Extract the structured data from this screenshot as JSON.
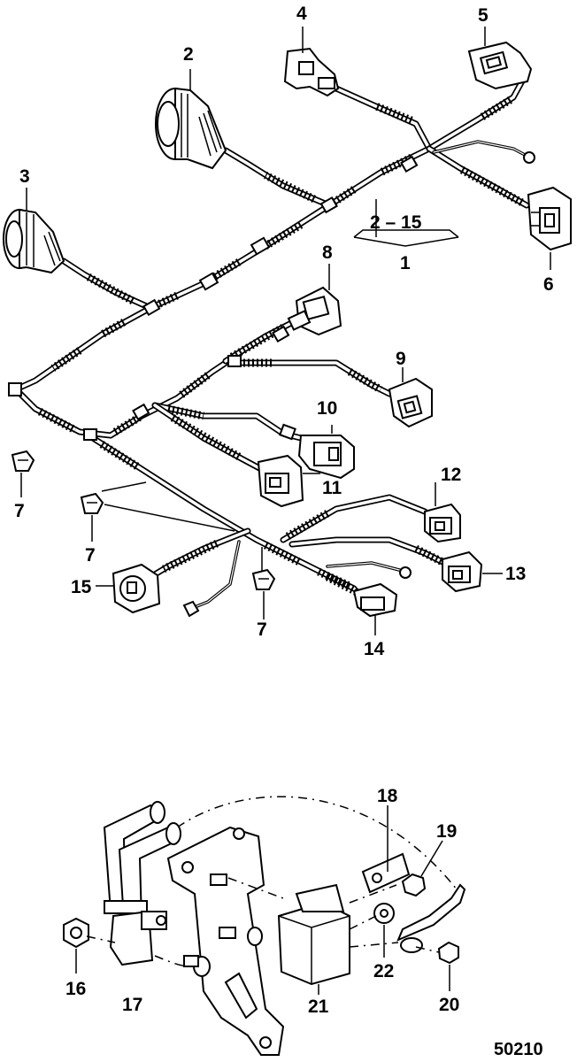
{
  "callouts": {
    "c1": "1",
    "c2": "2",
    "c3": "3",
    "c4": "4",
    "c5": "5",
    "c6": "6",
    "c7a": "7",
    "c7b": "7",
    "c7c": "7",
    "c8": "8",
    "c9": "9",
    "c10": "10",
    "c11": "11",
    "c12": "12",
    "c13": "13",
    "c14": "14",
    "c15": "15",
    "c16": "16",
    "c17": "17",
    "c18": "18",
    "c19": "19",
    "c20": "20",
    "c21": "21",
    "c22": "22",
    "range": "2 – 15"
  },
  "figure_number": "50210"
}
